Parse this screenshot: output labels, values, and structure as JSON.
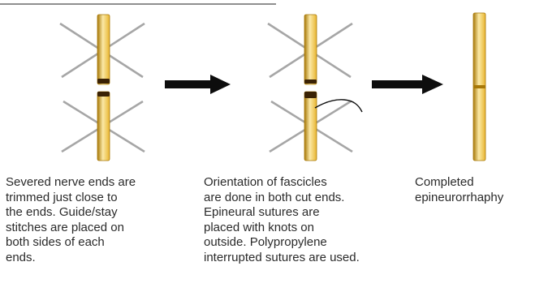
{
  "steps": [
    {
      "caption": "Severed nerve ends are\ntrimmed just close to\nthe ends. Guide/stay\nstitches are placed on\nboth sides of each\nends."
    },
    {
      "caption": "Orientation of fascicles\nare done in both cut ends.\nEpineural sutures are\nplaced with knots on\noutside. Polypropylene\ninterrupted sutures are used."
    },
    {
      "caption": "Completed\nepineurorrhaphy"
    }
  ],
  "colors": {
    "nerve": "#e8b530",
    "nerve_highlight": "#fbe9a6",
    "nerve_shadow": "#a77808",
    "cut_gap": "#3a2205",
    "suture_line": "#a6a6a6",
    "arrow": "#0d0d0d",
    "top_rule": "#6a6a6a"
  }
}
